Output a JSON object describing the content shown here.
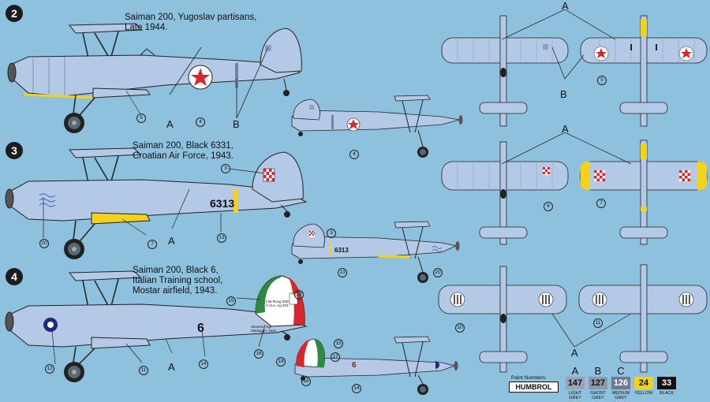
{
  "profiles": [
    {
      "badge": "2",
      "caption": "Saiman 200, Yugoslav partisans,\nLate 1944."
    },
    {
      "badge": "3",
      "caption": "Saiman 200, Black 6331,\nCroatian Air Force, 1943."
    },
    {
      "badge": "4",
      "caption": "Saiman 200, Black 6,\nItalian Training school,\nMostar airfield, 1943."
    }
  ],
  "markings": {
    "code_croat_side": "6313",
    "code_croat_small": "6313",
    "code_italian_side": "6",
    "code_italian_small": "6",
    "italian_tail_text": "Fiat Roog 26D\nC.N.A. Ag 203",
    "italian_fuselage_text": "Sinnemo Sgt\nMastaggio 1943"
  },
  "letters": {
    "side_A1": "A",
    "side_B1": "B",
    "side_A2": "A",
    "side_A3": "A",
    "top_A1": "A",
    "top_B1": "B",
    "top_A2": "A",
    "top_A3": "A"
  },
  "callouts": {
    "p2_side_5": "5",
    "p2_side_4": "4",
    "p2_small_4": "4",
    "p2_top_5": "5",
    "p3_side_3": "3",
    "p3_side_7": "7",
    "p3_side_13": "13",
    "p3_side_20": "20",
    "p3_small_3": "3",
    "p3_small_13": "13",
    "p3_small_20": "20",
    "p3_top_6": "6",
    "p3_top_7": "7",
    "p4_side_15": "15",
    "p4_side_17": "17",
    "p4_side_16": "16",
    "p4_side_14": "14",
    "p4_side_11": "11",
    "p4_side_12": "12",
    "p4_small_15": "15",
    "p4_small_17": "17",
    "p4_small_18": "18",
    "p4_small_16": "16",
    "p4_small_14": "14",
    "p4_top_10": "10",
    "p4_top_11": "11"
  },
  "paint": {
    "label": "Paint Numbers:",
    "brand": "HUMBROL",
    "swatches": [
      {
        "letter": "A",
        "code": "147",
        "name": "LIGHT\nGREY",
        "color": "#9aa3b4",
        "text": "#111"
      },
      {
        "letter": "B",
        "code": "127",
        "name": "GHOST\nGREY",
        "color": "#8d98ad",
        "text": "#111"
      },
      {
        "letter": "C",
        "code": "126",
        "name": "MEDIUM\nGREY",
        "color": "#6f7a91",
        "text": "#fff"
      },
      {
        "letter": "",
        "code": "24",
        "name": "YELLOW",
        "color": "#f2d21c",
        "text": "#111"
      },
      {
        "letter": "",
        "code": "33",
        "name": "BLACK",
        "color": "#111111",
        "text": "#fff"
      }
    ]
  },
  "colors": {
    "bg": "#8ec1dd",
    "fuselage": "#b4c9e6",
    "red": "#d7262e",
    "yellow": "#f2d21c",
    "green": "#2e8a3e"
  }
}
